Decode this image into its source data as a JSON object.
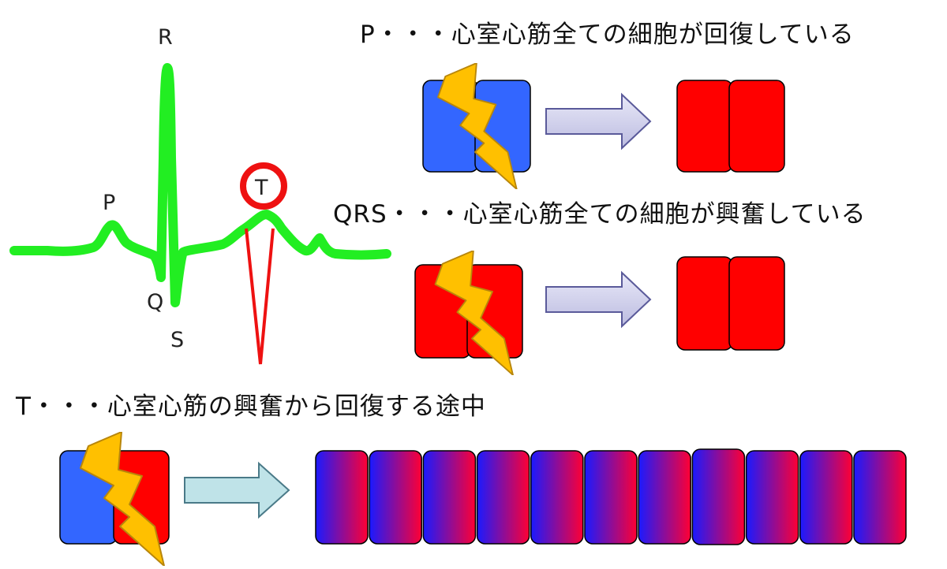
{
  "ecg": {
    "labels": {
      "r": "R",
      "p": "P",
      "q": "Q",
      "s": "S",
      "t": "T"
    },
    "wave_color": "#22ee22",
    "marker_color": "#ee1111",
    "highlighted_wave": "T"
  },
  "sections": [
    {
      "heading": "P・・・心室心筋全ての細胞が回復している",
      "before": [
        "blue",
        "blue"
      ],
      "after": "red"
    },
    {
      "heading": "QRS・・・心室心筋全ての細胞が興奮している",
      "before": [
        "red",
        "red"
      ],
      "after": "red"
    },
    {
      "heading": "T・・・心室心筋の興奮から回復する途中",
      "before": [
        "blue",
        "red"
      ],
      "after": "blue-red-gradient",
      "after_count": 11
    }
  ],
  "colors": {
    "blue": "#3366ff",
    "red": "#ff0000",
    "gradient_start": "#1a1aff",
    "gradient_end": "#ff0033",
    "bolt": "#ffc000",
    "arrow": "#d6d6f0",
    "arrow_t": "#bfe3e8"
  },
  "icons": {
    "stimulus": "lightning-bolt-icon",
    "transition": "right-arrow-icon"
  }
}
